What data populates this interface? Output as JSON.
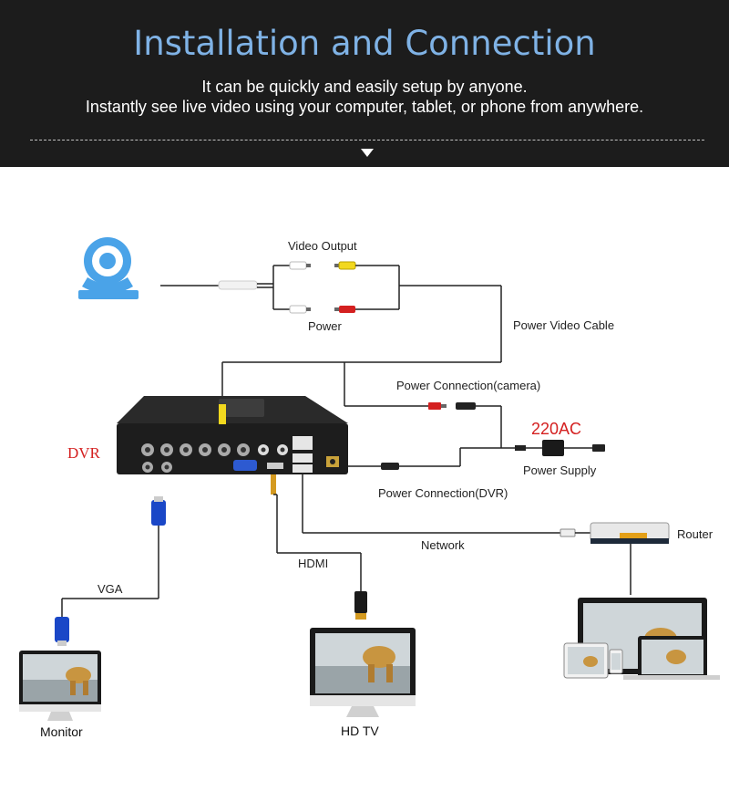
{
  "header": {
    "title": "Installation and Connection",
    "subtitle_line1": "It can be quickly and easily setup by anyone.",
    "subtitle_line2": "Instantly see live video using your computer, tablet, or phone from anywhere."
  },
  "labels": {
    "video_output": "Video Output",
    "power": "Power",
    "power_video_cable": "Power Video Cable",
    "power_connection_camera": "Power Connection(camera)",
    "ac": "220AC",
    "power_supply": "Power Supply",
    "dvr": "DVR",
    "power_connection_dvr": "Power Connection(DVR)",
    "network": "Network",
    "router": "Router",
    "hdmi": "HDMI",
    "vga": "VGA",
    "monitor": "Monitor",
    "hd_tv": "HD TV"
  },
  "colors": {
    "banner_bg": "#1c1c1c",
    "title": "#7fb2e5",
    "accent_red": "#d42020",
    "camera_blue": "#4aa3e8",
    "vga_blue": "#1a47c7",
    "video_yellow": "#f2d81e"
  },
  "icons": [
    "camera-icon",
    "dvr-device-icon",
    "power-adapter-icon",
    "router-icon",
    "monitor-icon",
    "tv-icon",
    "laptop-icon",
    "tablet-icon",
    "phone-icon"
  ]
}
